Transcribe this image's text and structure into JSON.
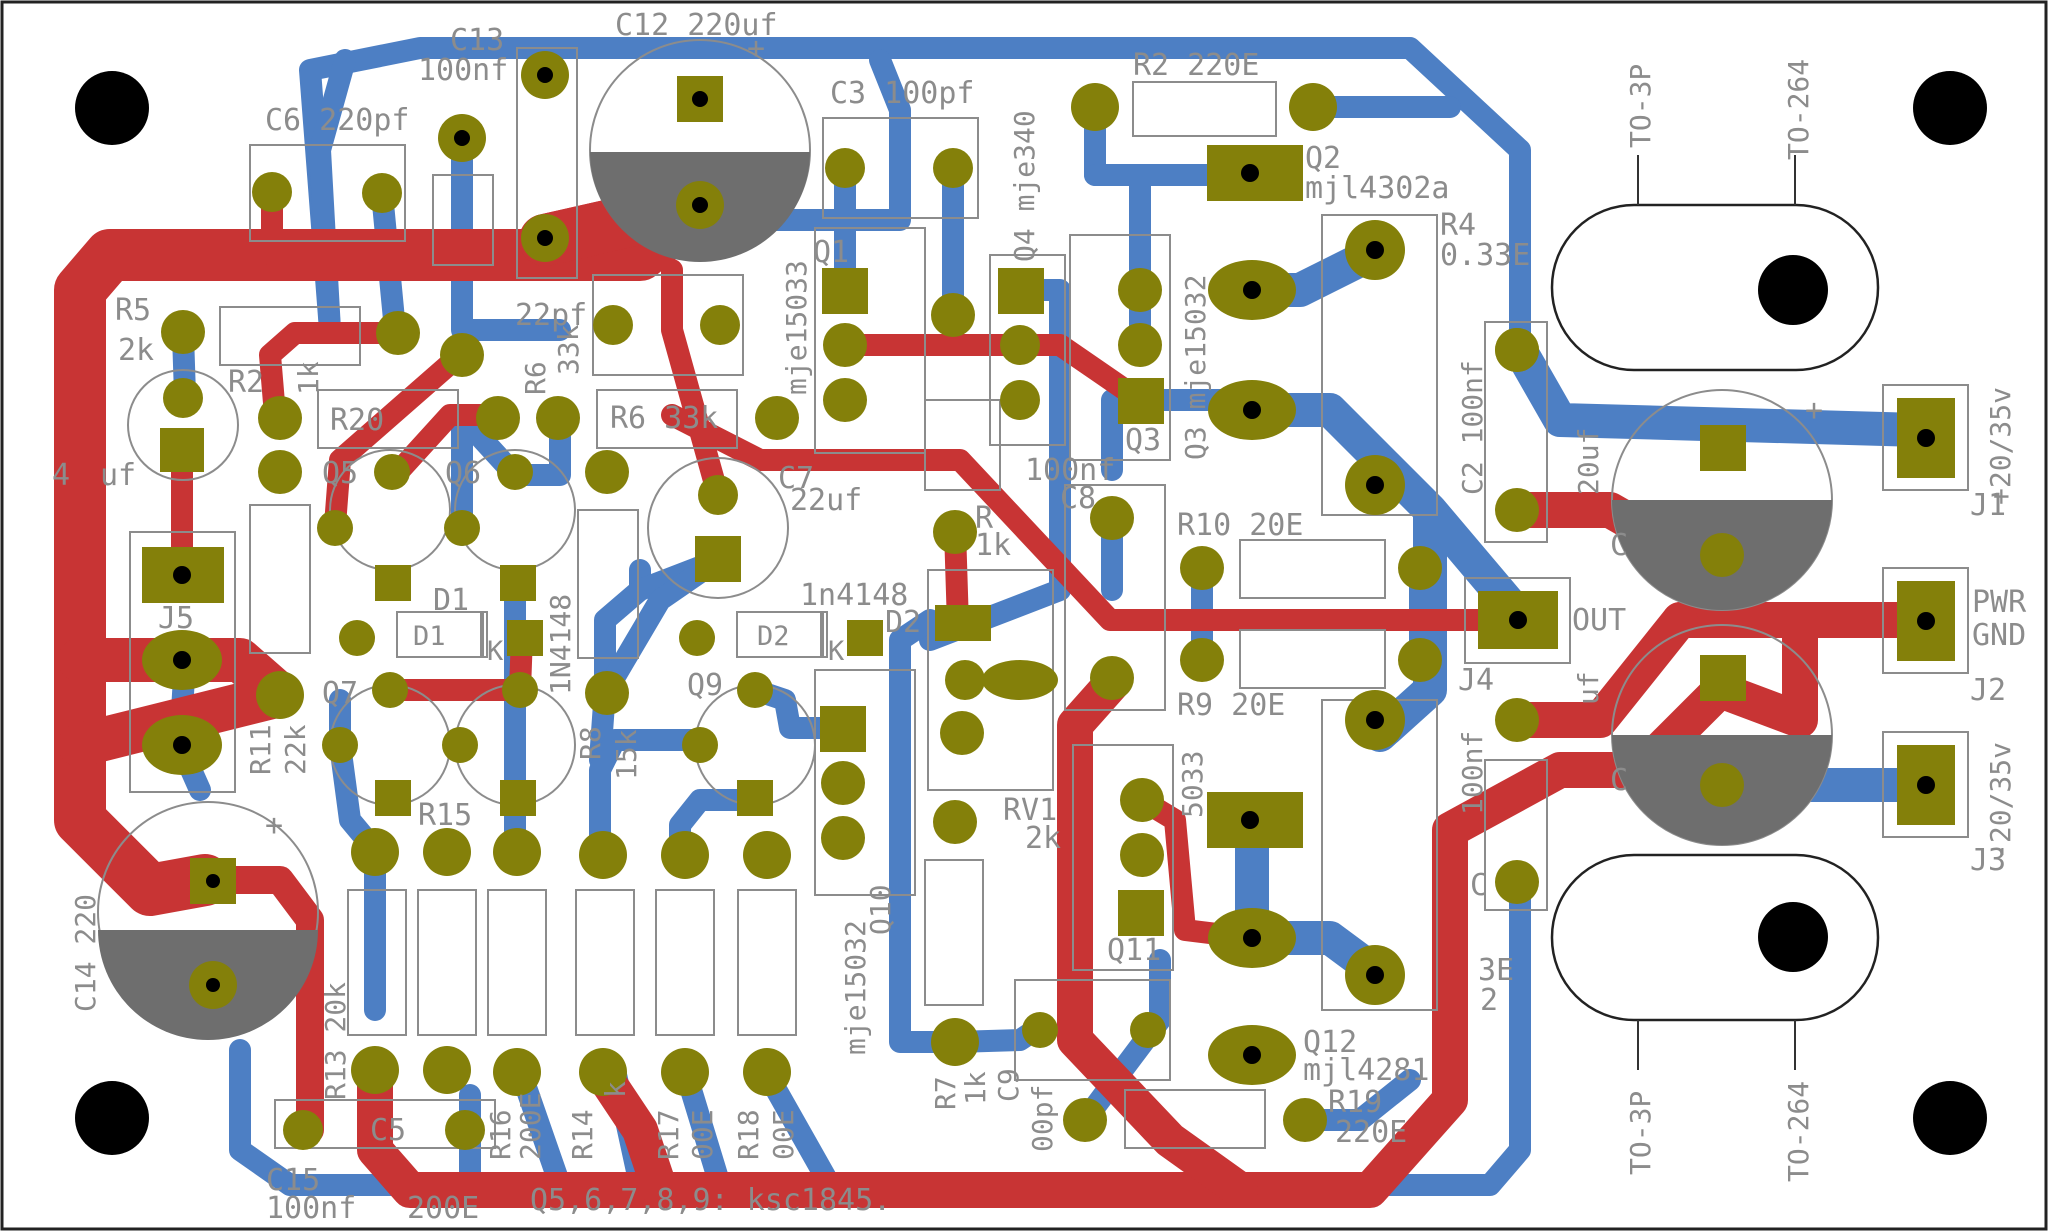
{
  "colors": {
    "front_copper": "#c83434",
    "back_copper": "#4d7fc4",
    "pad": "#84800a",
    "hole": "#000000",
    "silk": "#8c8c8c",
    "cap_fill": "#6e6e6e",
    "board_bg": "#ffffff"
  },
  "labels": {
    "c13": "C13",
    "c13v": "100nf",
    "c12": "C12  220uf",
    "c12plus": "+",
    "c6": "C6 220pf",
    "c3": "C3 100pf",
    "q4": "Q4 mje340",
    "r2top": "R2  220E",
    "q2": "Q2",
    "q2v": "mjl4302a",
    "r4": "R4",
    "r4v": "0.33E",
    "q1": "Q1",
    "mje15033a": "mje15033",
    "q3": "Q3 mje15032",
    "q3b": "Q3",
    "c2": "C2  100nf",
    "uf20a": "20uf",
    "r5": "R5",
    "r5v": "2k",
    "r2": "R2",
    "r2v": "1k",
    "r20": "R20",
    "pf22": "22pf",
    "r6": "R6",
    "r6v": "33k",
    "r6b": "R6  33k",
    "c7": "C7",
    "c7v": "22uf",
    "nf100": "100nf",
    "c8": "C8",
    "q5": "Q5",
    "q6": "Q6",
    "c4": "4",
    "uf47": "uf",
    "d1": "D1",
    "d1b": "D1",
    "kd1": "K",
    "n4148a": "1N4148",
    "r1": "R",
    "r1v": "1k",
    "d2top": "1n4148",
    "d2": "D2",
    "d2b": "D2",
    "kd2": "K",
    "r10": "R10  20E",
    "out": "OUT",
    "j4": "J4",
    "r9": "R9  20E",
    "j5": "J5",
    "q7": "Q7",
    "r11": "R11",
    "r11v": "22k",
    "r8": "R8",
    "r8v": "15k",
    "q9": "Q9",
    "r15": "R15",
    "rv1": "RV1",
    "rv1v": "2k",
    "mje15033b": "5033",
    "q11": "Q11",
    "mje15032": "mje15032",
    "q10": "Q10",
    "c14": "C14  220",
    "c14plus": "+",
    "r13": "R13 20k",
    "r7": "R7",
    "r7v": "1k",
    "c9": "C9",
    "c9v": "00pf",
    "q12": "Q12",
    "q12v": "mjl4281",
    "r19": "R19",
    "r19v": "220E",
    "r16": "R16",
    "r16v": "200E",
    "r14": "R14",
    "r14v": "k",
    "r17": "R17",
    "r17v": "00E",
    "r18": "R18",
    "r18v": "00E",
    "c15": "C15",
    "c15v": "100nf",
    "c5": "C5",
    "e200": "200E",
    "note": "Q5,6,7,8,9: ksc1845.",
    "nf100b": "100nf",
    "e3": "3E",
    "e3b": "2",
    "to3p_top": "TO-3P",
    "to264_top": "TO-264",
    "to3p_bot": "TO-3P",
    "to264_bot": "TO-264",
    "j1_text": "+20/35v",
    "j1": "J1",
    "j2_text1": "PWR",
    "j2_text2": "GND",
    "j2": "J2",
    "j3_text": "-20/35v",
    "j3": "J3",
    "plus_c1": "+",
    "cut_c": "C",
    "cut_c2": "C",
    "cut_uf": "uf",
    "cut_c3": "C"
  }
}
